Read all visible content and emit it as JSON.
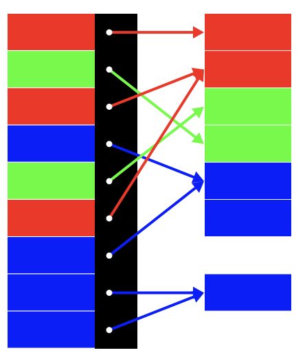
{
  "colors": {
    "red": "#e8392a",
    "green": "#78f94b",
    "blue": "#0a1ef5",
    "black": "#000000",
    "white": "#ffffff"
  },
  "left_blocks": [
    "red",
    "green",
    "red",
    "blue",
    "green",
    "red",
    "blue",
    "blue",
    "blue"
  ],
  "right_blocks": [
    {
      "slot": 0,
      "color": "red"
    },
    {
      "slot": 1,
      "color": "red"
    },
    {
      "slot": 2,
      "color": "green"
    },
    {
      "slot": 3,
      "color": "green"
    },
    {
      "slot": 4,
      "color": "blue"
    },
    {
      "slot": 5,
      "color": "blue"
    },
    {
      "slot": 7,
      "color": "blue"
    }
  ],
  "connections": [
    {
      "from": 0,
      "to_slot": 0.5,
      "color": "red"
    },
    {
      "from": 1,
      "to_slot": 3.5,
      "color": "green"
    },
    {
      "from": 2,
      "to_slot": 1.5,
      "color": "red"
    },
    {
      "from": 3,
      "to_slot": 4.5,
      "color": "blue"
    },
    {
      "from": 4,
      "to_slot": 2.5,
      "color": "green"
    },
    {
      "from": 5,
      "to_slot": 1.5,
      "color": "red"
    },
    {
      "from": 6,
      "to_slot": 4.5,
      "color": "blue"
    },
    {
      "from": 7,
      "to_slot": 7.5,
      "color": "blue"
    },
    {
      "from": 8,
      "to_slot": 7.5,
      "color": "blue"
    }
  ]
}
